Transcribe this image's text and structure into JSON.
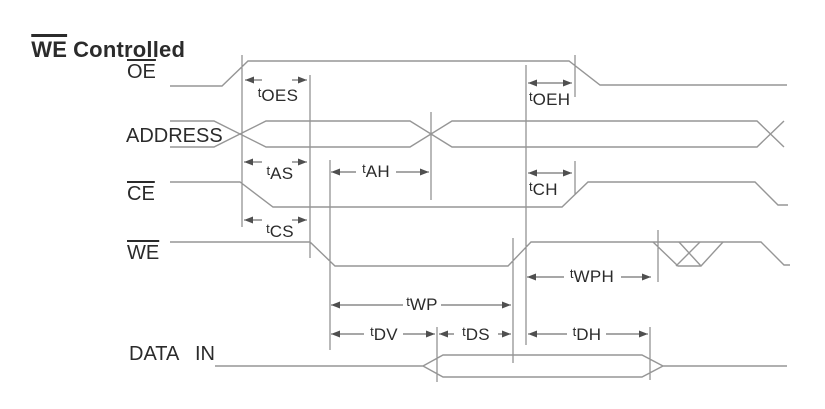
{
  "title": {
    "overlined": "WE",
    "rest": "Controlled"
  },
  "signal_labels": {
    "oe": "OE",
    "address": "ADDRESS",
    "ce": "CE",
    "we": "WE",
    "data_in": "DATA   IN"
  },
  "timing_labels": {
    "prefix": "t",
    "oes": "OES",
    "oeh": "OEH",
    "as": "AS",
    "ah": "AH",
    "cs": "CS",
    "ch": "CH",
    "wp": "WP",
    "wph": "WPH",
    "dv": "DV",
    "ds": "DS",
    "dh": "DH"
  },
  "colors": {
    "background": "#ffffff",
    "text": "#2b2b2b",
    "waveform_line": "#969696",
    "reference_line": "#737373",
    "dimension_line": "#4f4f4f"
  }
}
